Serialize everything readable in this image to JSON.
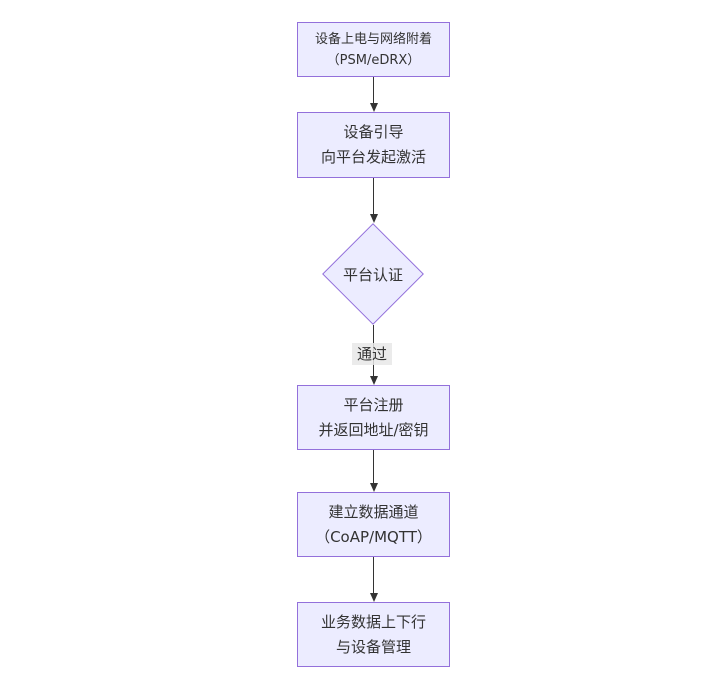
{
  "colors": {
    "node_fill": "#ECECFF",
    "node_border": "#9370DB",
    "arrow_color": "#333333",
    "text_color": "#333333",
    "edge_label_bg": "#e8e8e8",
    "canvas_bg": "#ffffff"
  },
  "nodes": [
    {
      "type": "process",
      "lines": [
        "设备上电与网络附着",
        "（PSM/eDRX）"
      ]
    },
    {
      "type": "process",
      "lines": [
        "设备引导",
        "向平台发起激活"
      ]
    },
    {
      "type": "decision",
      "lines": [
        "平台认证"
      ]
    },
    {
      "type": "process",
      "lines": [
        "平台注册",
        "并返回地址/密钥"
      ]
    },
    {
      "type": "process",
      "lines": [
        "建立数据通道",
        "（CoAP/MQTT）"
      ]
    },
    {
      "type": "process",
      "lines": [
        "业务数据上下行",
        "与设备管理"
      ]
    }
  ],
  "edges": [
    {
      "from": 0,
      "to": 1,
      "label": ""
    },
    {
      "from": 1,
      "to": 2,
      "label": ""
    },
    {
      "from": 2,
      "to": 3,
      "label": "通过"
    },
    {
      "from": 3,
      "to": 4,
      "label": ""
    },
    {
      "from": 4,
      "to": 5,
      "label": ""
    }
  ]
}
